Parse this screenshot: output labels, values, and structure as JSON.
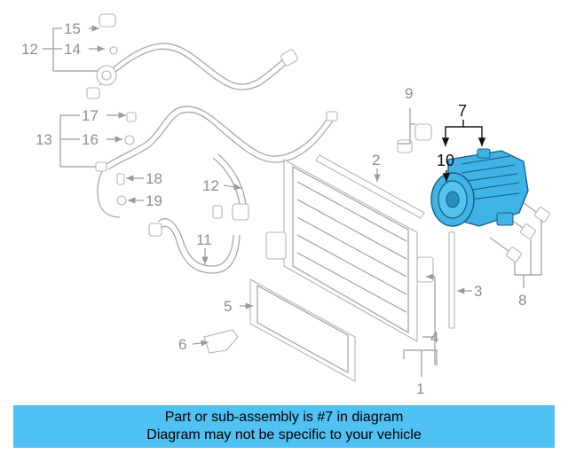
{
  "callouts": {
    "c1": "1",
    "c2": "2",
    "c3": "3",
    "c4": "4",
    "c5": "5",
    "c6": "6",
    "c7": "7",
    "c8": "8",
    "c9": "9",
    "c10": "10",
    "c11": "11",
    "c12a": "12",
    "c12b": "12",
    "c13": "13",
    "c14": "14",
    "c15": "15",
    "c16": "16",
    "c17": "17",
    "c18": "18",
    "c19": "19"
  },
  "banner": {
    "line1": "Part or sub-assembly is #7 in diagram",
    "line2": "Diagram may not be specific to your vehicle"
  },
  "colors": {
    "highlight_part": "#3fb2e6",
    "banner_bg": "#4fc1f3"
  }
}
